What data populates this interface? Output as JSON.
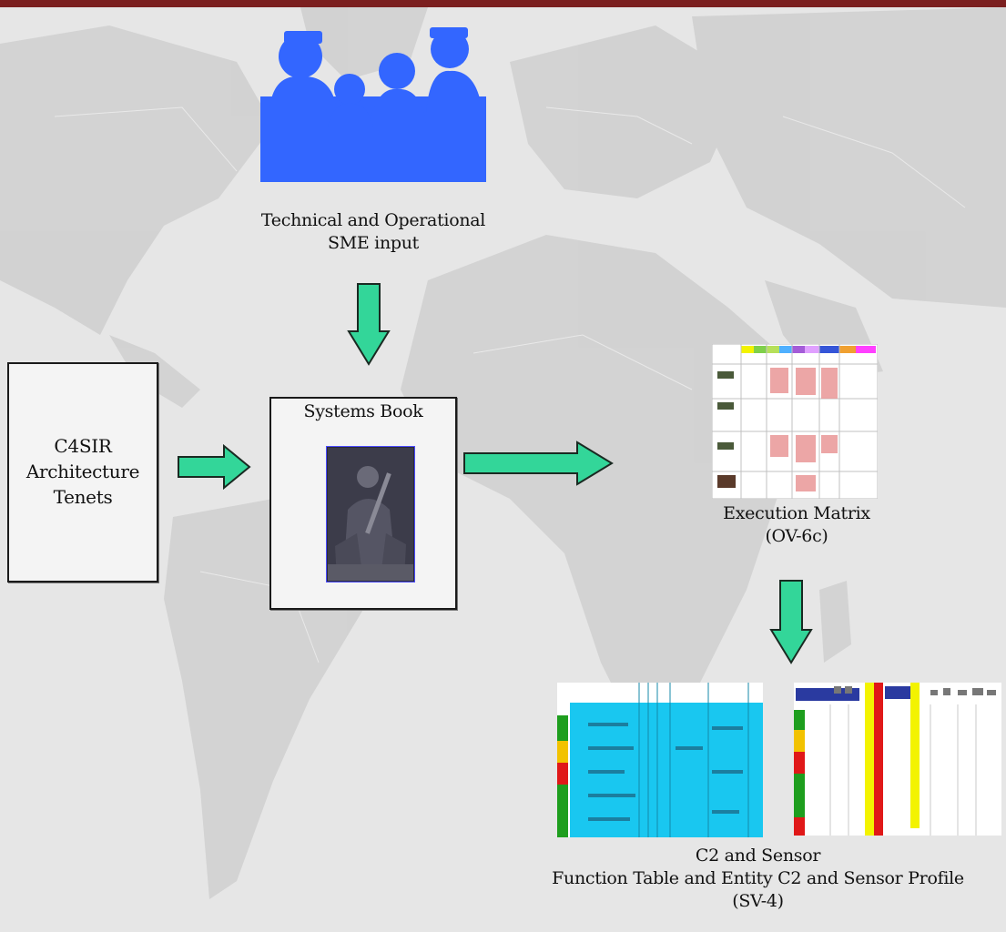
{
  "sme": {
    "label_line1": "Technical and Operational",
    "label_line2": "SME input"
  },
  "architecture": {
    "line1": "C4SIR",
    "line2": "Architecture",
    "line3": "Tenets"
  },
  "systems_book": {
    "title": "Systems Book"
  },
  "execution_matrix": {
    "line1": "Execution Matrix",
    "line2": "(OV-6c)"
  },
  "sensor_profile": {
    "line1": "C2 and Sensor",
    "line2": "Function Table and Entity C2 and Sensor Profile",
    "line3": "(SV-4)"
  },
  "colors": {
    "background": "#e6e6e6",
    "landmass": "#cfcfcf",
    "topbar": "#7b1f1f",
    "silhouette": "#3366ff",
    "arrow_fill": "#33d699",
    "arrow_stroke": "#1a2a22",
    "table_cyan": "#19c7f0",
    "status_green": "#1e9e1e",
    "status_yellow": "#f2c200",
    "status_red": "#e01818"
  },
  "icons": [
    "people-silhouette-icon",
    "soldier-photo-icon",
    "down-arrow-icon",
    "right-arrow-icon"
  ]
}
